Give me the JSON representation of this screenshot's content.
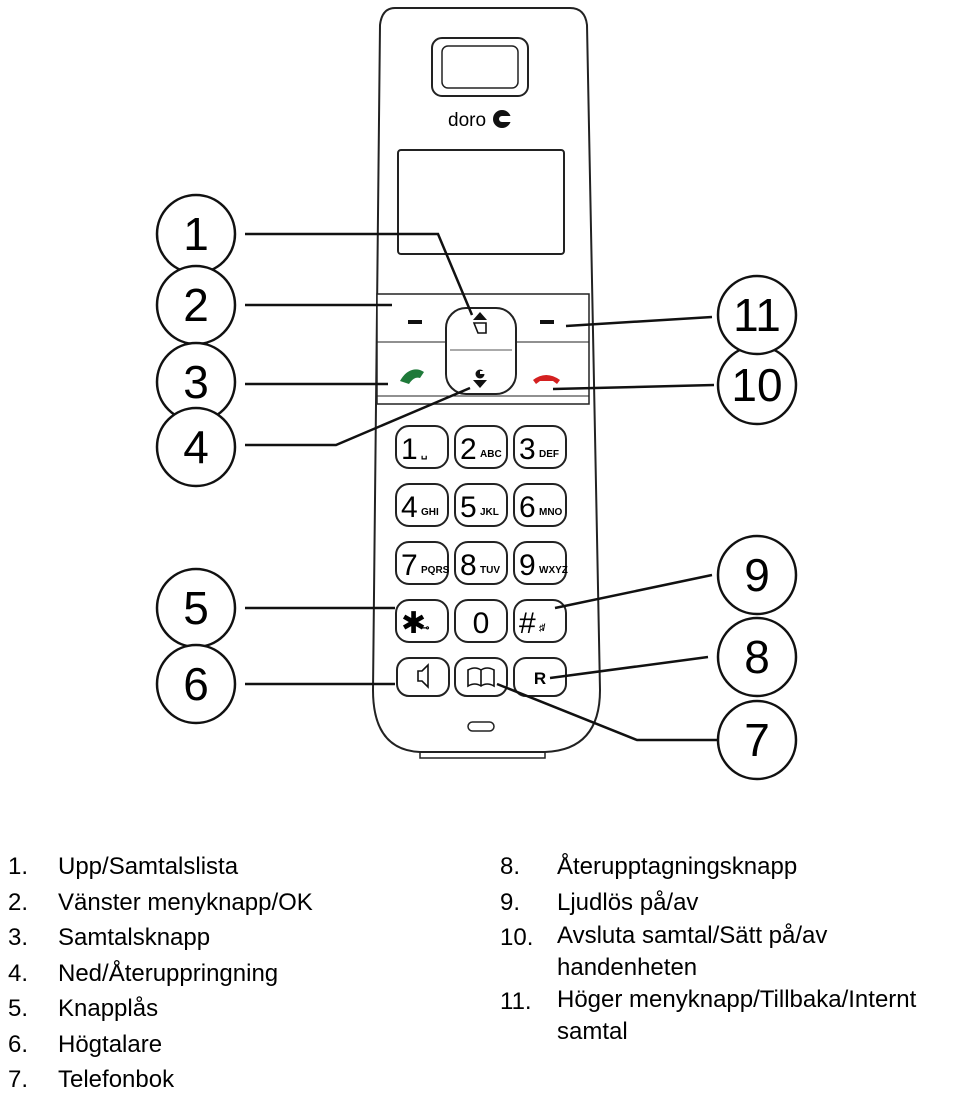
{
  "brand": {
    "logo_text": "doro"
  },
  "keypad": {
    "keys": [
      {
        "digit": "1",
        "letters": "␣"
      },
      {
        "digit": "2",
        "letters": "ABC"
      },
      {
        "digit": "3",
        "letters": "DEF"
      },
      {
        "digit": "4",
        "letters": "GHI"
      },
      {
        "digit": "5",
        "letters": "JKL"
      },
      {
        "digit": "6",
        "letters": "MNO"
      },
      {
        "digit": "7",
        "letters": "PQRS"
      },
      {
        "digit": "8",
        "letters": "TUV"
      },
      {
        "digit": "9",
        "letters": "WXYZ"
      },
      {
        "digit": "✱",
        "letters": "⊸"
      },
      {
        "digit": "0",
        "letters": ""
      },
      {
        "digit": "#",
        "letters": "♯̸"
      }
    ],
    "r_key": "R"
  },
  "callouts": [
    "1",
    "2",
    "3",
    "4",
    "5",
    "6",
    "7",
    "8",
    "9",
    "10",
    "11"
  ],
  "legend": {
    "left": [
      {
        "num": "1.",
        "text": "Upp/Samtalslista"
      },
      {
        "num": "2.",
        "text": "Vänster menyknapp/OK"
      },
      {
        "num": "3.",
        "text": "Samtalsknapp"
      },
      {
        "num": "4.",
        "text": "Ned/Återuppringning"
      },
      {
        "num": "5.",
        "text": "Knapplås"
      },
      {
        "num": "6.",
        "text": "Högtalare"
      },
      {
        "num": "7.",
        "text": "Telefonbok"
      }
    ],
    "right": [
      {
        "num": "8.",
        "text": "Återupptagningsknapp"
      },
      {
        "num": "9.",
        "text": "Ljudlös på/av"
      },
      {
        "num": "10.",
        "text": "Avsluta samtal/Sätt på/av handenheten"
      },
      {
        "num": "11.",
        "text": "Höger menyknapp/Tillbaka/Internt samtal"
      }
    ]
  },
  "colors": {
    "call_green": "#1f7a3a",
    "end_red": "#d42020",
    "outline": "#222222"
  }
}
